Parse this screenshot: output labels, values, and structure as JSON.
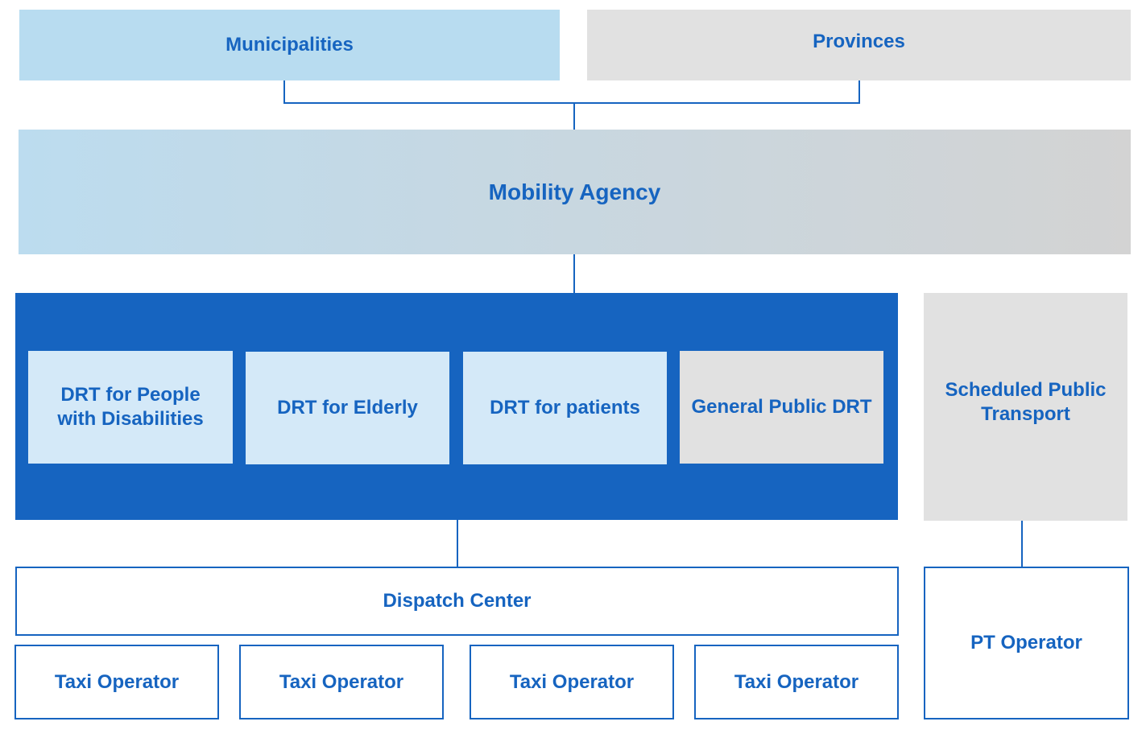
{
  "top": {
    "municipalities": "Municipalities",
    "provinces": "Provinces"
  },
  "agency": {
    "label": "Mobility Agency"
  },
  "drt_group": {
    "items": [
      "DRT for People with Disabilities",
      "DRT for Elderly",
      "DRT for patients",
      "General Public DRT"
    ]
  },
  "scheduled": {
    "label": "Scheduled Public Transport"
  },
  "dispatch": {
    "label": "Dispatch Center"
  },
  "operators": {
    "taxi": [
      "Taxi Operator",
      "Taxi Operator",
      "Taxi Operator",
      "Taxi Operator"
    ],
    "pt": "PT Operator"
  },
  "colors": {
    "primary_blue": "#1664c0",
    "light_blue": "#b8dcf0",
    "grey": "#e1e1e1",
    "pale_blue": "#d4e9f8"
  }
}
